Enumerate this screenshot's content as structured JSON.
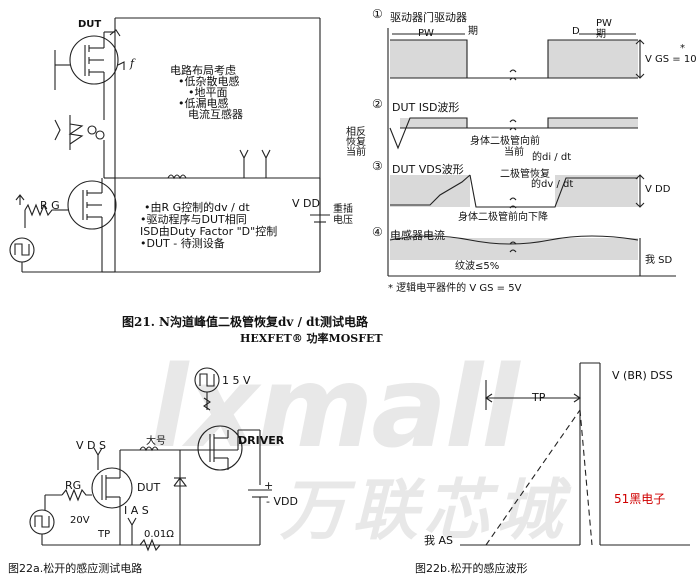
{
  "fig21": {
    "caption_line1": "图21.   N沟道峰值二极管恢复dv / dt测试电路",
    "caption_line2": "HEXFET® 功率MOSFET",
    "circuit": {
      "dut": "DUT",
      "f": "f",
      "layout_title": "电路布局考虑",
      "layout_items": [
        "•低杂散电感",
        "•地平面",
        "•低漏电感",
        "电流互感器"
      ],
      "rg": "R G",
      "vdd": "V DD",
      "rheo": "重插",
      "supply": "电压",
      "notes": [
        "•由R G控制的dv / dt",
        "•驱动程序与DUT相同",
        "ISD由Duty Factor \"D\"控制",
        "•DUT - 待测设备"
      ],
      "plus": "+",
      "minus": "-"
    },
    "waves": {
      "n1": "①",
      "n2": "②",
      "n3": "③",
      "n4": "④",
      "w1_title": "驱动器门驱动器",
      "pw": "PW",
      "period": "期",
      "d": "D",
      "vgs": "V  GS = 10",
      "star": "*",
      "w2_title": "DUT ISD波形",
      "reverse": "相反",
      "recovery": "恢复",
      "current": "当前",
      "body_diode_fwd": "身体二极管向前",
      "current2": "当前",
      "didt": "的di / dt",
      "w3_title": "DUT VDS波形",
      "diode_recovery": "二极管恢复",
      "dvdt": "的dv / dt",
      "vdd": "V  DD",
      "body_diode_drop": "身体二极管前向下降",
      "w4_title": "电感器电流",
      "ripple_label": "纹波≤5%",
      "isd": "我  SD",
      "footnote": "* 逻辑电平器件的 V GS = 5V"
    }
  },
  "fig22a": {
    "caption": "图22a.松开的感应测试电路",
    "v15": "1 5 V",
    "driver": "DRIVER",
    "vds": "V D S",
    "big": "大号",
    "rg": "RG",
    "dut": "DUT",
    "tp": "TP",
    "v20": "20V",
    "ias": "I A S",
    "r001": "0.01Ω",
    "vdd": "- VDD",
    "plus": "+"
  },
  "fig22b": {
    "caption": "图22b.松开的感应波形",
    "vbr": "V  (BR) DSS",
    "tp": "TP",
    "ias": "我  AS",
    "brand": "51黑电子"
  },
  "watermark": {
    "latin": "lxmall",
    "cn": "万联芯城"
  }
}
